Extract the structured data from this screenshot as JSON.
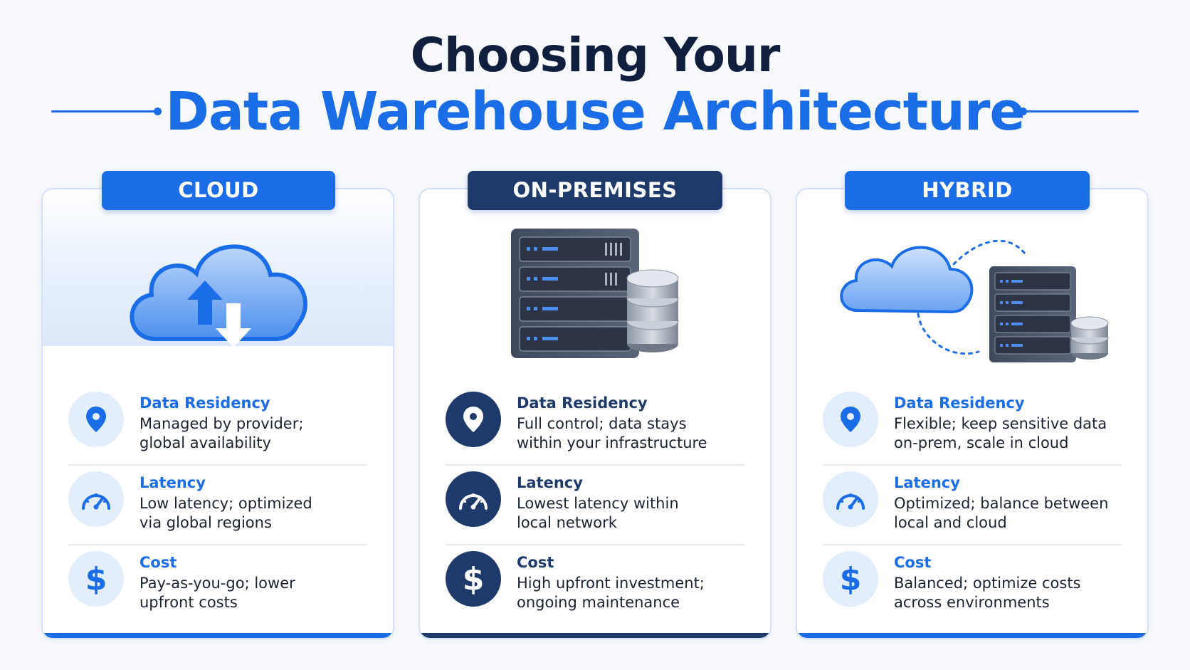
{
  "title": {
    "line1": "Choosing Your",
    "line2": "Data Warehouse Architecture"
  },
  "colors": {
    "accent": "#1a6de6",
    "navy": "#1e3a6b",
    "title_dark": "#0f1f3d"
  },
  "cards": [
    {
      "header": "CLOUD",
      "illustration": "cloud-upload-download-icon",
      "items": [
        {
          "icon": "location-pin-icon",
          "label": "Data Residency",
          "line1": "Managed by provider;",
          "line2": "global availability"
        },
        {
          "icon": "speedometer-icon",
          "label": "Latency",
          "line1": "Low latency; optimized",
          "line2": "via global regions"
        },
        {
          "icon": "dollar-icon",
          "label": "Cost",
          "line1": "Pay-as-you-go; lower",
          "line2": "upfront costs"
        }
      ]
    },
    {
      "header": "ON-PREMISES",
      "illustration": "server-rack-database-icon",
      "items": [
        {
          "icon": "location-pin-icon",
          "label": "Data Residency",
          "line1": "Full control; data stays",
          "line2": "within your infrastructure"
        },
        {
          "icon": "speedometer-icon",
          "label": "Latency",
          "line1": "Lowest latency within",
          "line2": "local network"
        },
        {
          "icon": "dollar-icon",
          "label": "Cost",
          "line1": "High upfront investment;",
          "line2": "ongoing maintenance"
        }
      ]
    },
    {
      "header": "HYBRID",
      "illustration": "cloud-server-hybrid-icon",
      "items": [
        {
          "icon": "location-pin-icon",
          "label": "Data Residency",
          "line1": "Flexible; keep sensitive data",
          "line2": "on-prem, scale in cloud"
        },
        {
          "icon": "speedometer-icon",
          "label": "Latency",
          "line1": "Optimized; balance between",
          "line2": "local and cloud"
        },
        {
          "icon": "dollar-icon",
          "label": "Cost",
          "line1": "Balanced; optimize costs",
          "line2": "across environments"
        }
      ]
    }
  ]
}
